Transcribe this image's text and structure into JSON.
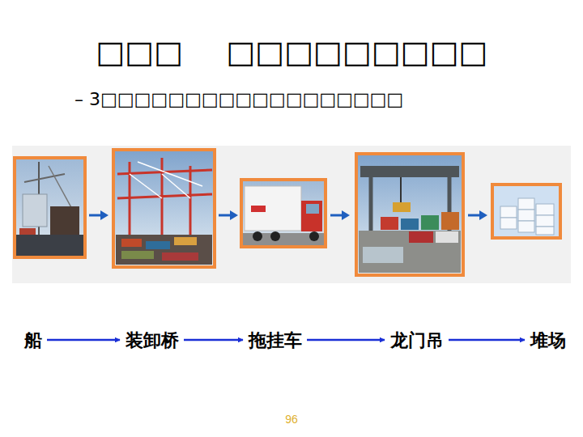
{
  "diagram": {
    "title": "□□□ □□□□□□□□□",
    "nodes": [
      {
        "text": [
          "船"
        ]
      },
      {
        "text": [
          "装卸桥"
        ]
      },
      {
        "text": [
          "拖挂车"
        ]
      },
      {
        "text": [
          "龙门吊"
        ]
      },
      {
        "text": [
          "堆场"
        ]
      }
    ],
    "edges": [
      {
        "from": 0,
        "to": 1,
        "arrow": "to"
      },
      {
        "from": 1,
        "to": 2,
        "arrow": "to"
      },
      {
        "from": 2,
        "to": 3,
        "arrow": "to"
      },
      {
        "from": 3,
        "to": 4,
        "arrow": "to"
      }
    ],
    "labels": [
      "– 3□□□□□□□□□□□□□□□□□□",
      "96"
    ]
  }
}
